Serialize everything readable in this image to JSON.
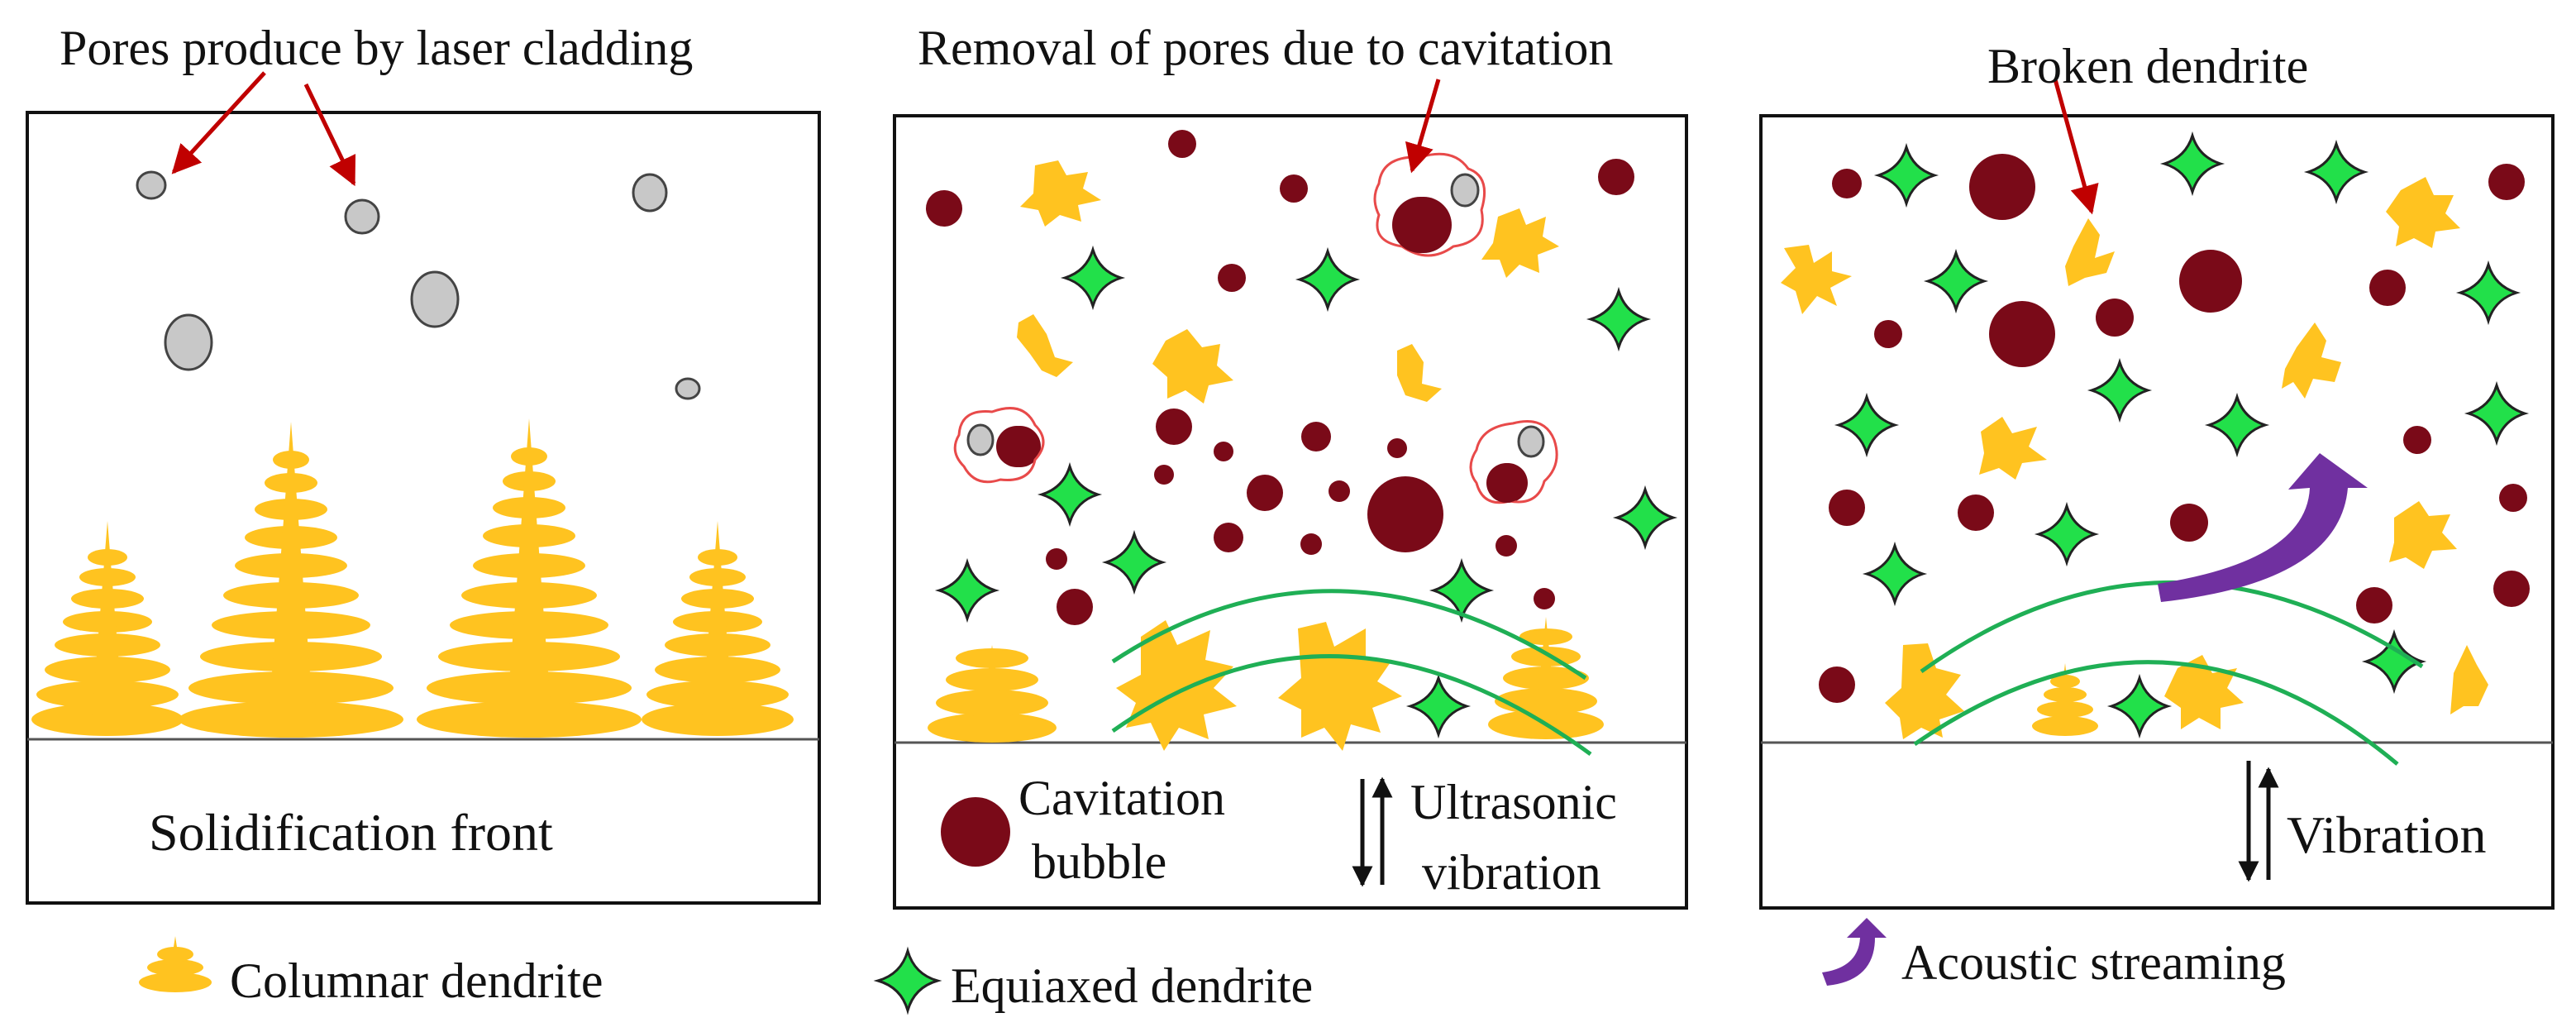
{
  "panels": [
    {
      "id": "laser-cladding",
      "title": "Pores produce by laser cladding",
      "bottom_label": "Solidification front"
    },
    {
      "id": "cavitation",
      "title": "Removal of pores due to cavitation",
      "bottom_legend": {
        "bubble_label_line1": "Cavitation",
        "bubble_label_line2": "bubble",
        "vibration_label_line1": "Ultrasonic",
        "vibration_label_line2": "vibration"
      }
    },
    {
      "id": "streaming",
      "title": "Broken dendrite",
      "bottom_label": "Vibration"
    }
  ],
  "legend": [
    {
      "icon": "columnar-dendrite-icon",
      "label": "Columnar dendrite"
    },
    {
      "icon": "equiaxed-dendrite-icon",
      "label": "Equiaxed dendrite"
    },
    {
      "icon": "acoustic-streaming-icon",
      "label": "Acoustic streaming"
    }
  ],
  "colors": {
    "columnar_dendrite": "#FFC320",
    "equiaxed_dendrite": "#22E04A",
    "cavitation_bubble": "#7A0A18",
    "pore": "#C8C8C8",
    "arrow": "#C00000",
    "wave": "#1FAF55",
    "streaming": "#7030A0",
    "pore_outline": "#E84A4A"
  }
}
